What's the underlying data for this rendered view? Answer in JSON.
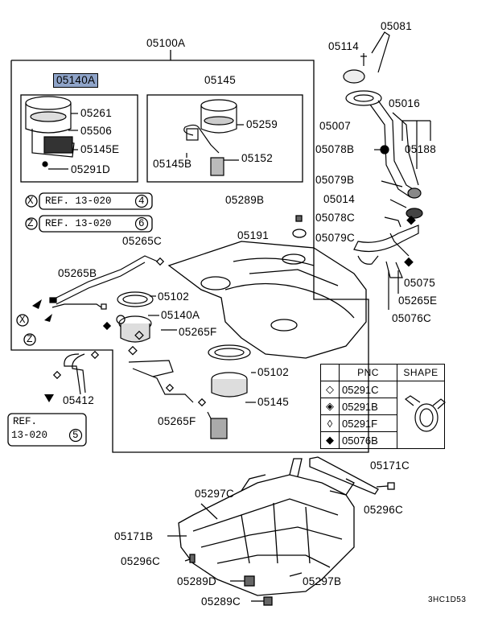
{
  "diagram": {
    "assembly_label": "05100A",
    "highlighted_part": "05140A",
    "top_parts": [
      "05081",
      "05114",
      "05016",
      "05007",
      "05188",
      "05078B",
      "05079B",
      "05014",
      "05078C",
      "05079C",
      "05075",
      "05265E",
      "05076C"
    ],
    "box_a_parts": [
      "05261",
      "05506",
      "05145E",
      "05291D"
    ],
    "box_b_parts": [
      "05145",
      "05259",
      "05145B",
      "05152"
    ],
    "refs": [
      {
        "marker": "X",
        "text": "REF. 13-020",
        "page": "4"
      },
      {
        "marker": "Z",
        "text": "REF. 13-020",
        "page": "6"
      }
    ],
    "mid_parts": [
      "05289B",
      "05191",
      "05265C",
      "05265B",
      "05102",
      "05140A",
      "05265F",
      "05102",
      "05145",
      "05265F",
      "05412"
    ],
    "ref_box": {
      "line1": "REF.",
      "line2": "13-020",
      "page": "5"
    },
    "lower_parts": [
      "05171C",
      "05297C",
      "05296C",
      "05171B",
      "05296C",
      "05289D",
      "05297B",
      "05289C"
    ],
    "drawing_code": "3HC1D53",
    "markers": [
      "X",
      "Z"
    ]
  },
  "legend": {
    "header_pnc": "PNC",
    "header_shape": "SHAPE",
    "rows": [
      {
        "symbol_icon": "diamond-outline-icon",
        "symbol": "◇",
        "pnc": "05291C"
      },
      {
        "symbol_icon": "diamond-half-icon",
        "symbol": "◈",
        "pnc": "05291B"
      },
      {
        "symbol_icon": "diamond-hatched-icon",
        "symbol": "◊",
        "pnc": "05291F"
      },
      {
        "symbol_icon": "diamond-filled-icon",
        "symbol": "◆",
        "pnc": "05076B"
      }
    ]
  }
}
